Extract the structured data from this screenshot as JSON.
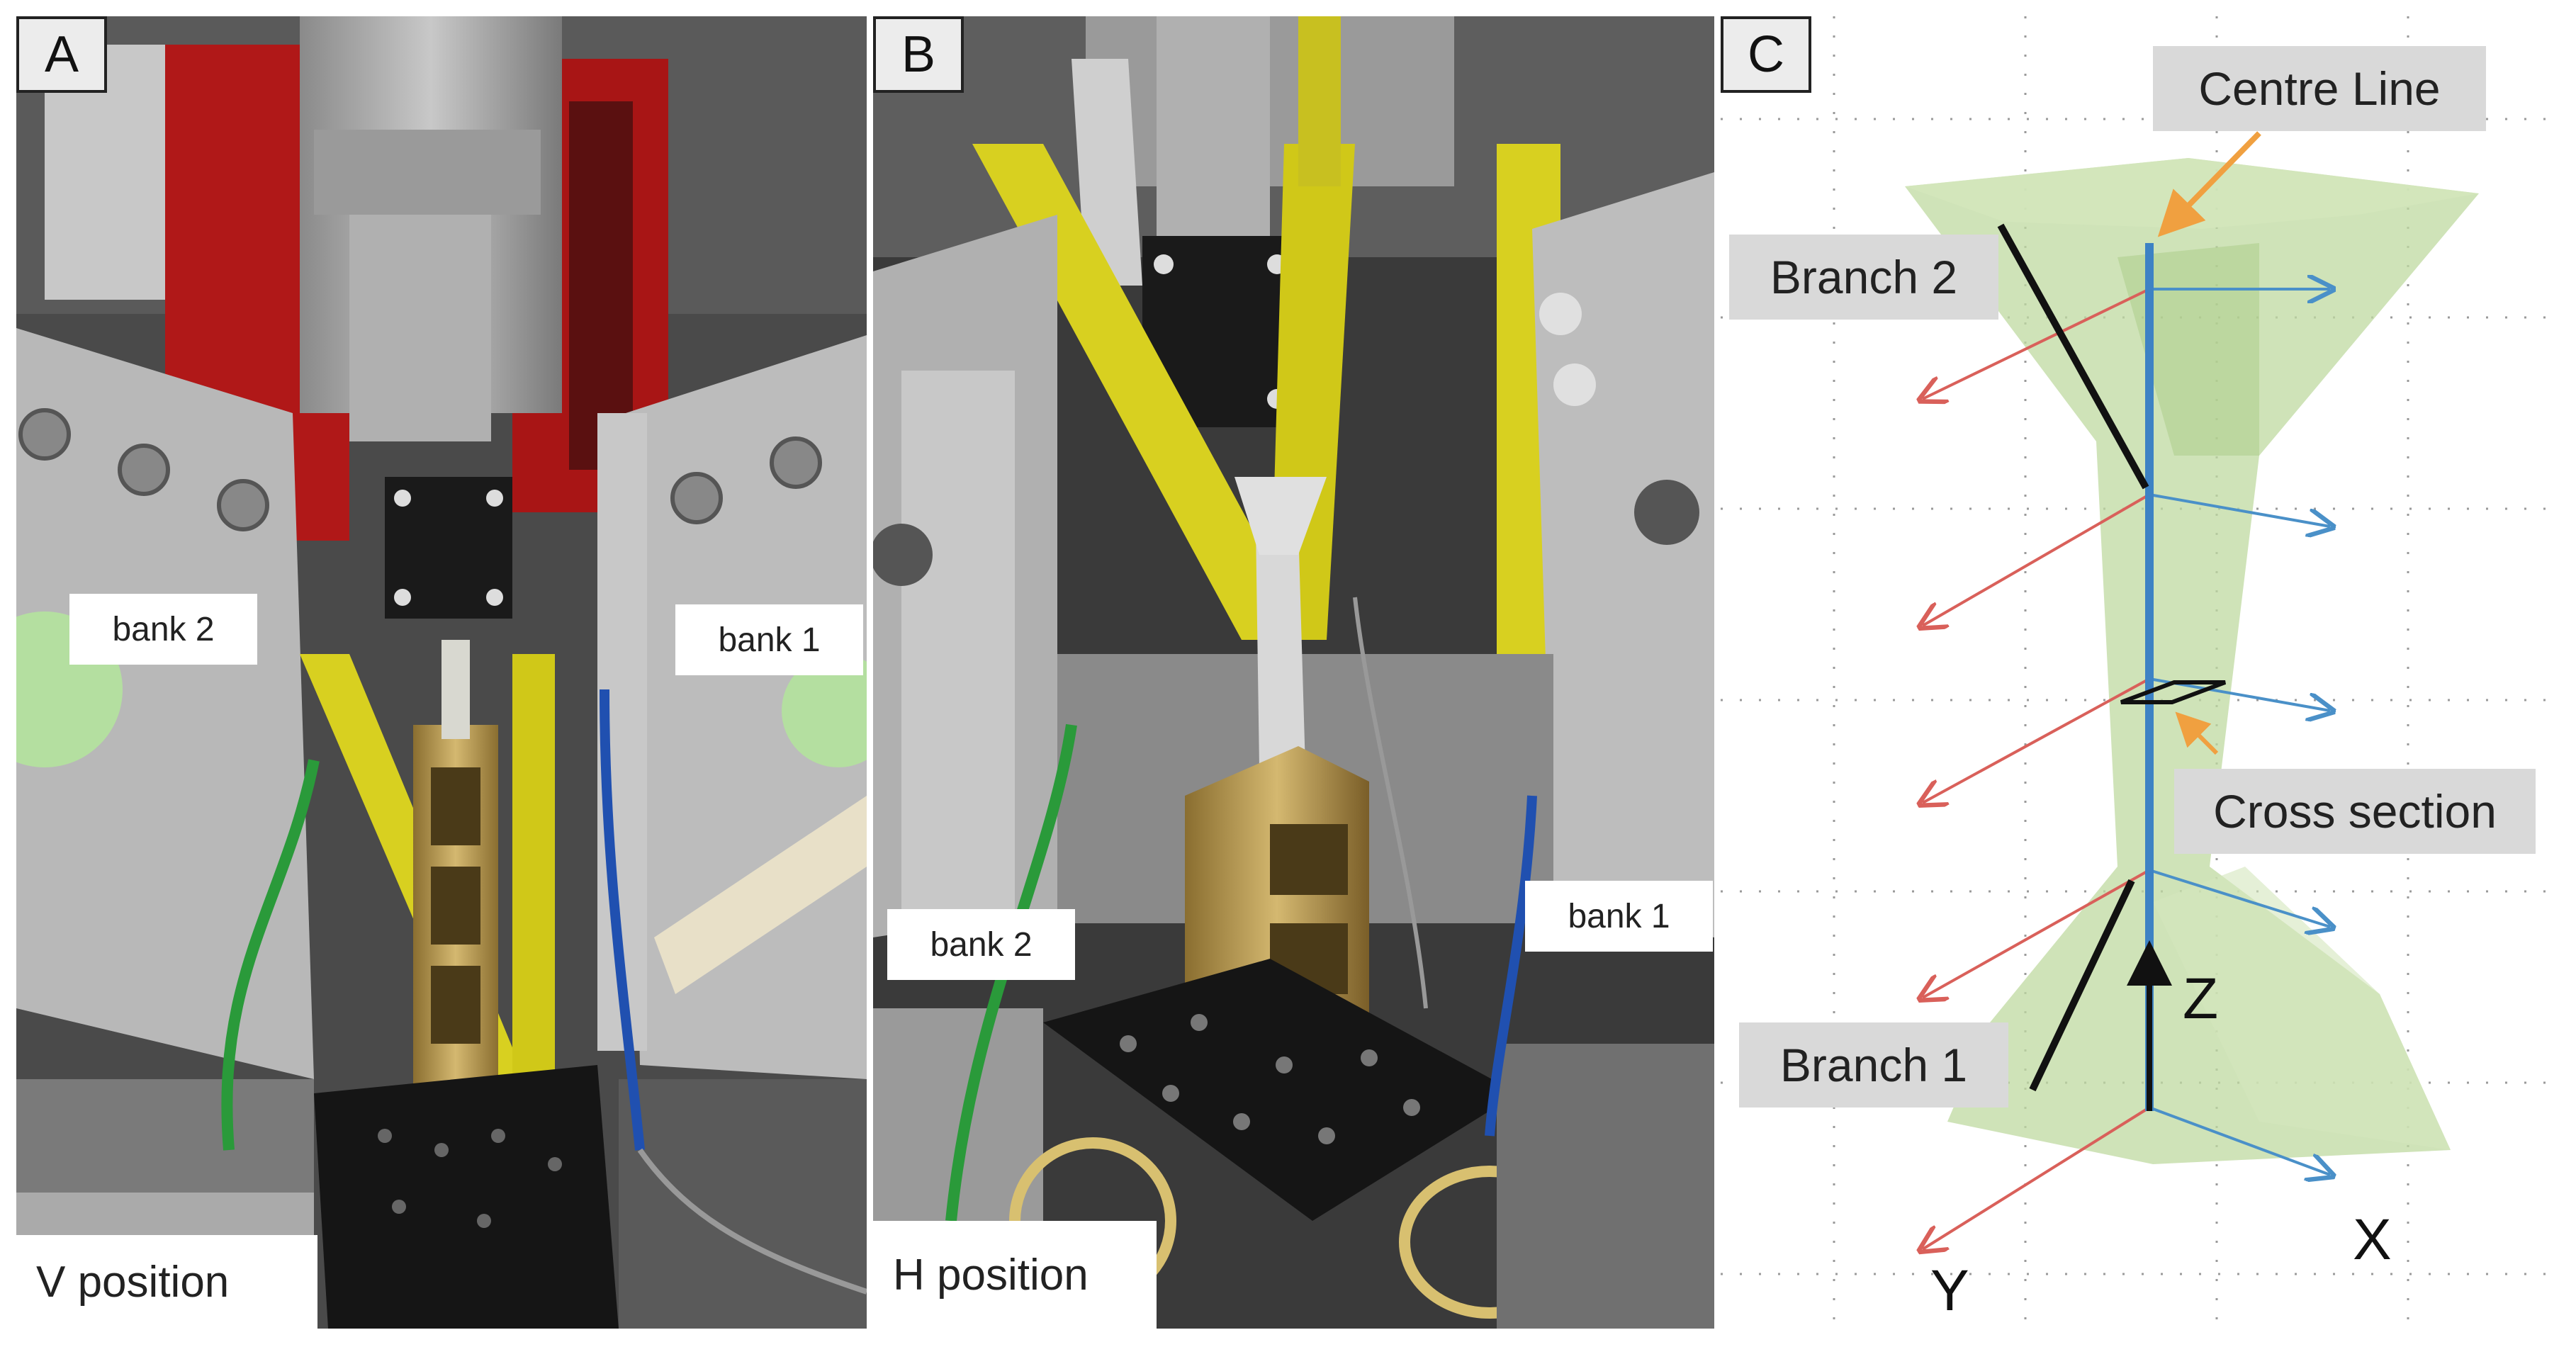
{
  "panels": {
    "a": {
      "letter": "A",
      "bank_left": "bank 2",
      "bank_right": "bank 1",
      "position": "V position"
    },
    "b": {
      "letter": "B",
      "bank_left": "bank 2",
      "bank_right": "bank 1",
      "position": "H position"
    },
    "c": {
      "letter": "C",
      "centre_line": "Centre Line",
      "branch_2": "Branch 2",
      "cross_section": "Cross section",
      "branch_1": "Branch 1",
      "axis_z": "Z",
      "axis_x": "X",
      "axis_y": "Y"
    }
  },
  "colors": {
    "specimen_green": "#bfd9a0",
    "centre_line_blue": "#3d82c4",
    "x_arrow_blue": "#4a90c8",
    "y_arrow_red": "#d9605a",
    "pointer_orange": "#f0a040",
    "yellow_frame": "#d8d020",
    "red_housing": "#b01818",
    "gold_specimen": "#b89a50"
  }
}
